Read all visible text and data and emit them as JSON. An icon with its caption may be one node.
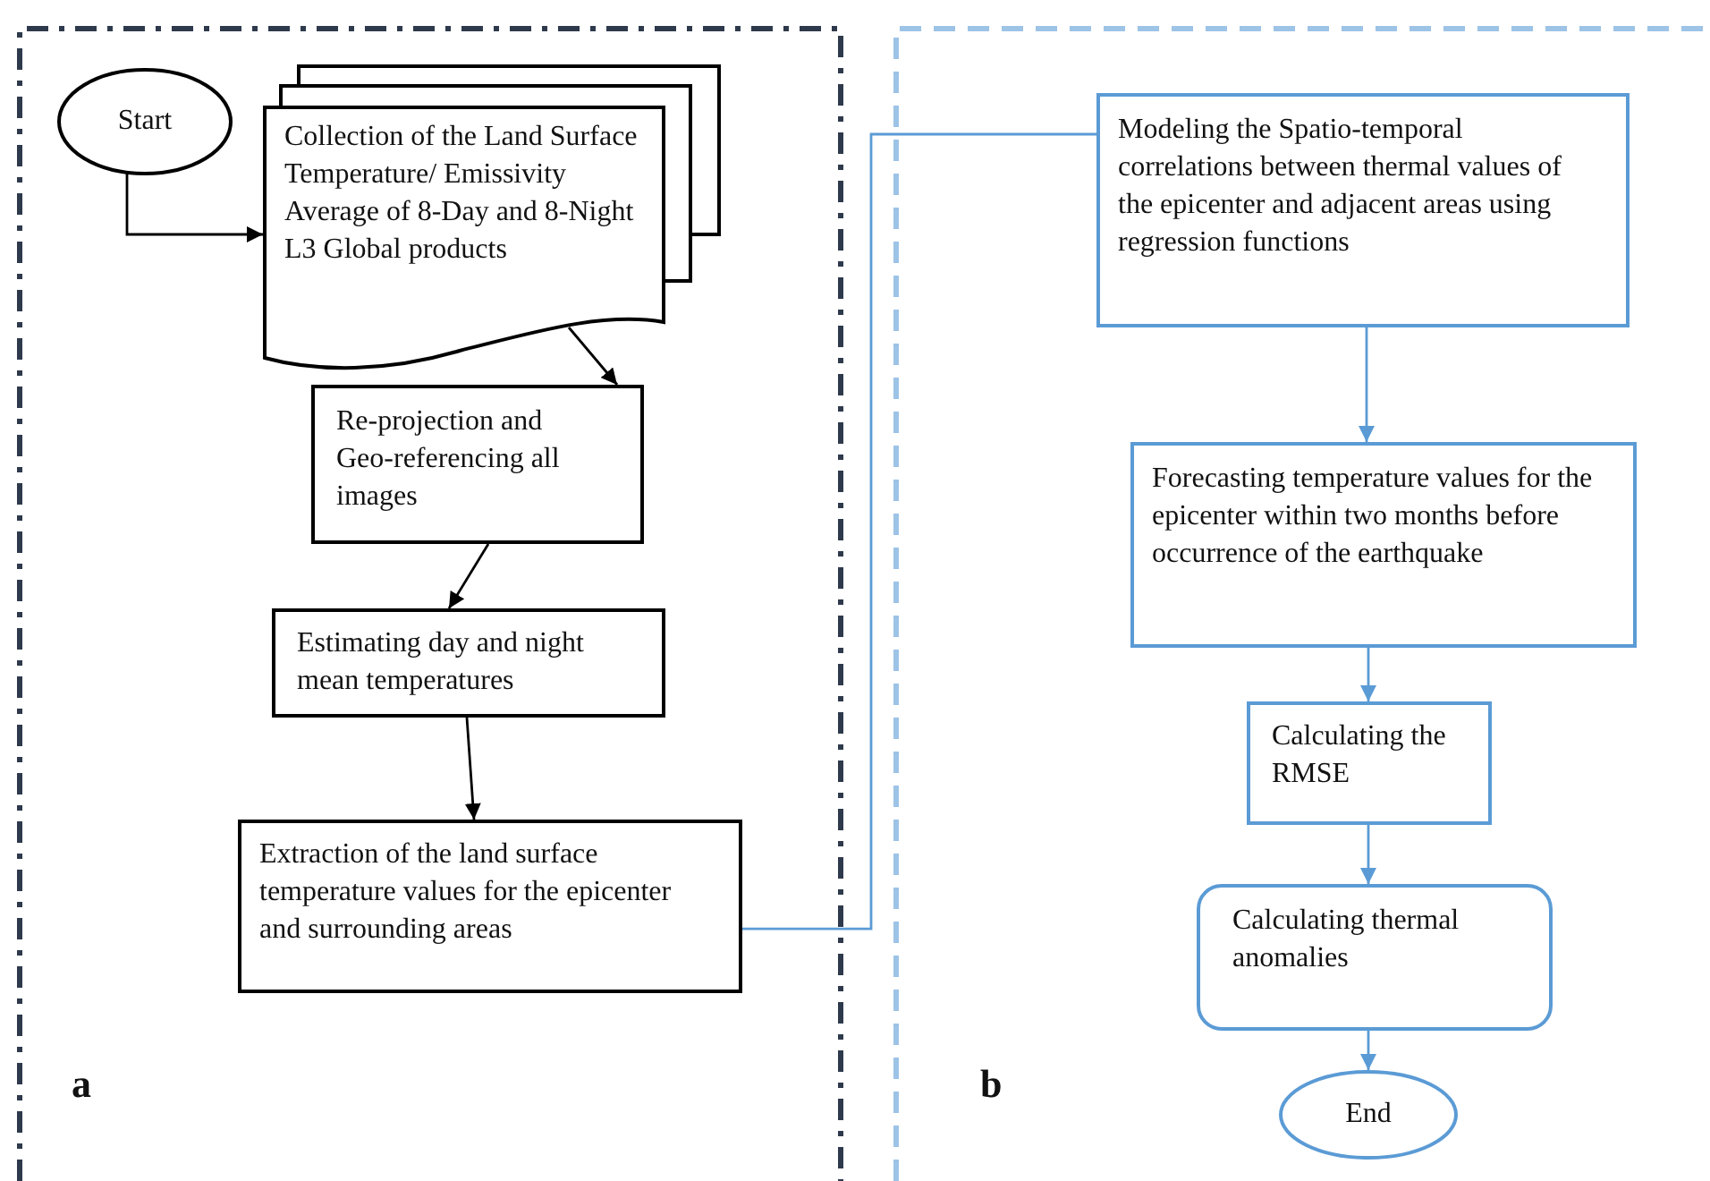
{
  "diagram": {
    "nodes": [
      {
        "text": [
          "a"
        ]
      },
      {
        "text": [
          "Start"
        ],
        "in": 0
      },
      {
        "text": [
          "Collection of the Land Surface Temperature/ Emissivity Average of 8-Day and 8-Night L3 Global products"
        ],
        "in": 0
      },
      {
        "text": [
          "Re-projection and Geo-referencing all images"
        ],
        "in": 0
      },
      {
        "text": [
          "Estimating day and night mean temperatures"
        ],
        "in": 0
      },
      {
        "text": [
          "Extraction of the land surface temperature values for the epicenter and surrounding areas"
        ],
        "in": 0
      },
      {
        "text": [
          "b"
        ]
      },
      {
        "text": [
          "Modeling the Spatio-temporal correlations between thermal values of the epicenter and adjacent areas using regression functions"
        ],
        "in": 6
      },
      {
        "text": [
          "Forecasting temperature values for the epicenter within two months before occurrence of the earthquake"
        ],
        "in": 6
      },
      {
        "text": [
          "Calculating the RMSE"
        ],
        "in": 6
      },
      {
        "text": [
          "Calculating thermal anomalies"
        ],
        "in": 6
      },
      {
        "text": [
          "End"
        ],
        "in": 6
      }
    ],
    "edges": [
      {
        "from": 1,
        "to": 2,
        "arrow": "to",
        "color": "#000000"
      },
      {
        "from": 2,
        "to": 3,
        "arrow": "to",
        "color": "#000000"
      },
      {
        "from": 3,
        "to": 4,
        "arrow": "to",
        "color": "#000000"
      },
      {
        "from": 4,
        "to": 5,
        "arrow": "to",
        "color": "#000000"
      },
      {
        "from": 5,
        "to": 7,
        "arrow": "none"
      },
      {
        "from": 7,
        "to": 8,
        "arrow": "to"
      },
      {
        "from": 8,
        "to": 9,
        "arrow": "to"
      },
      {
        "from": 9,
        "to": 10,
        "arrow": "to"
      },
      {
        "from": 10,
        "to": 11,
        "arrow": "to"
      }
    ]
  }
}
